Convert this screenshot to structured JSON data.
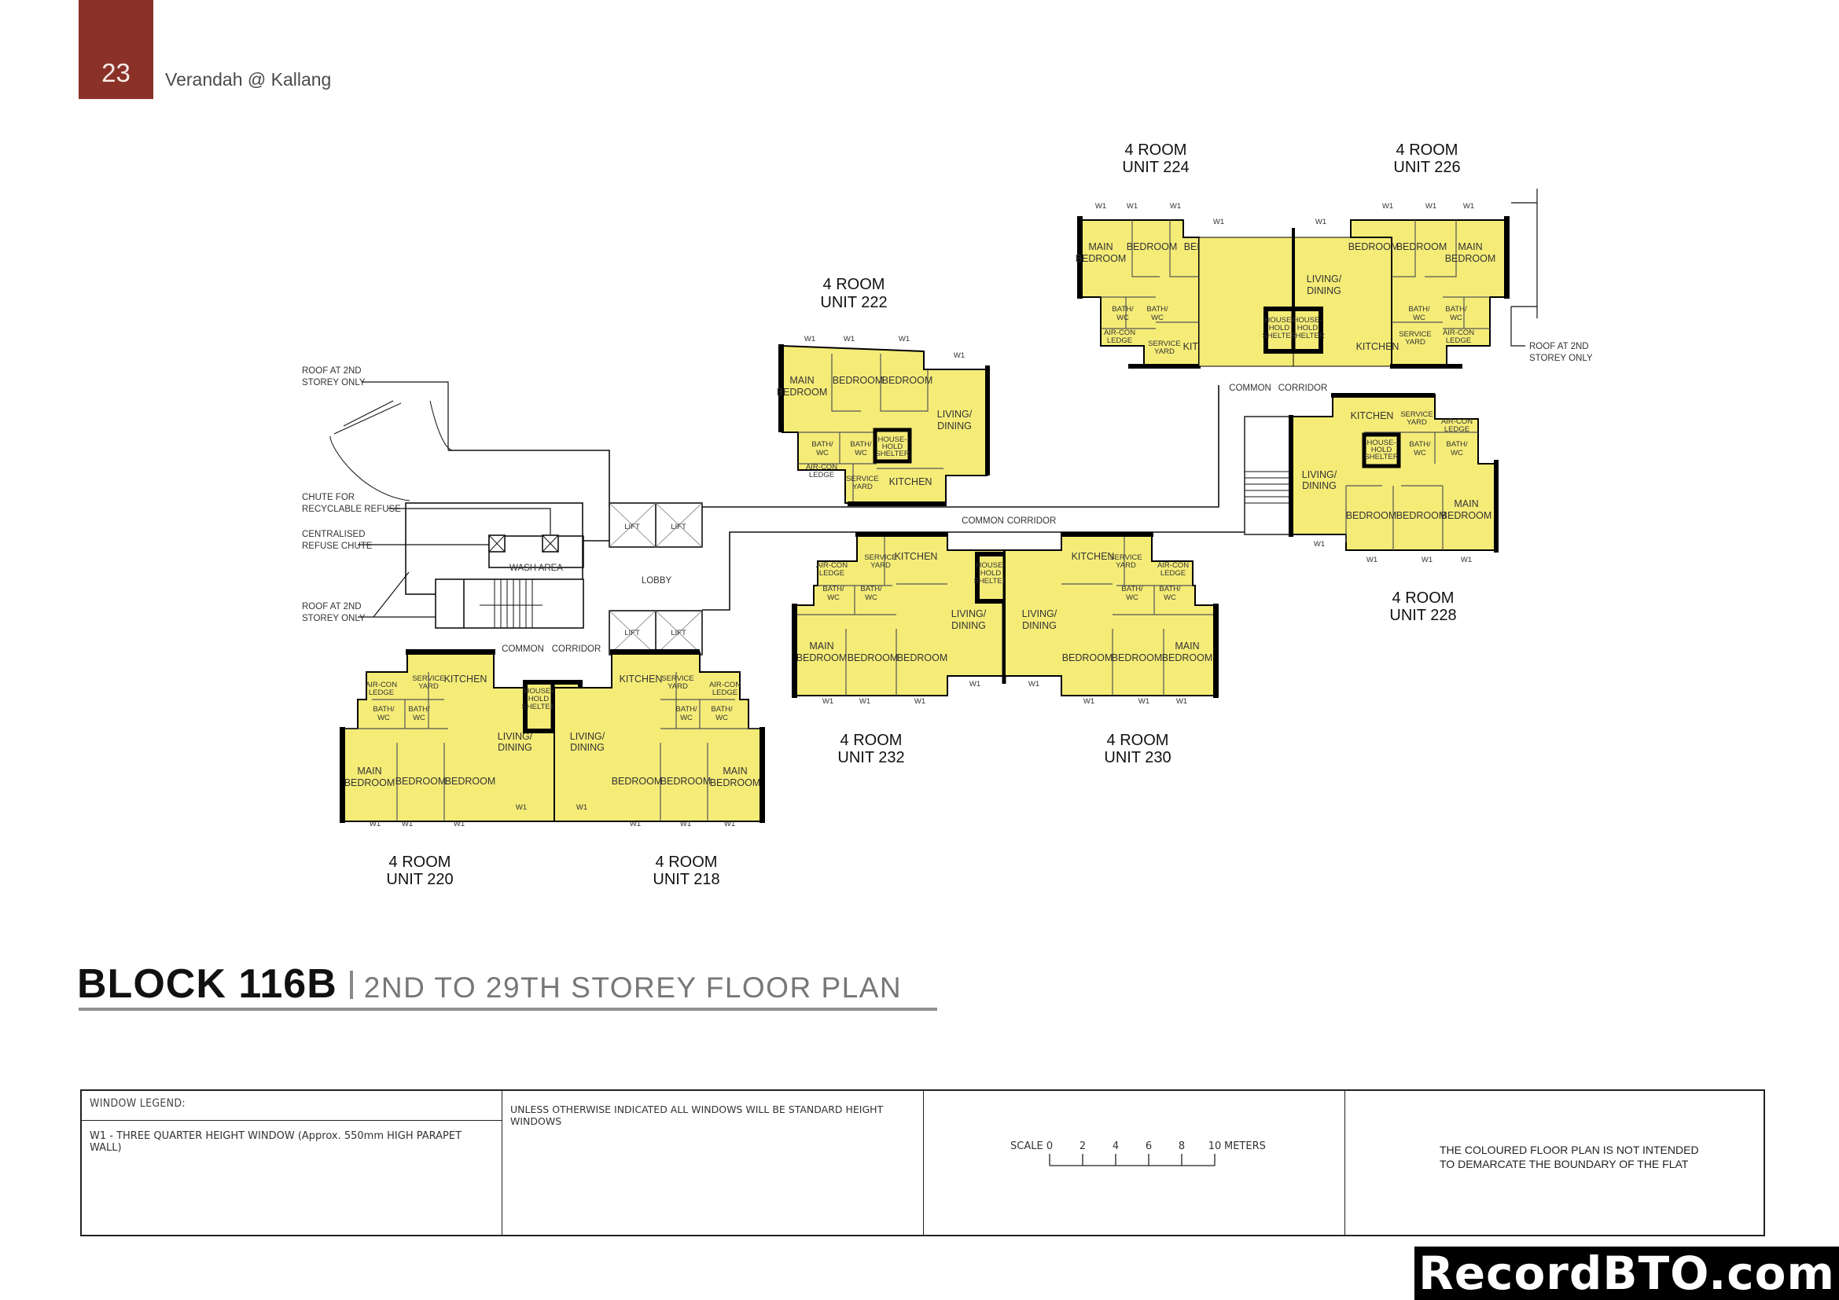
{
  "header": {
    "page_number": "23",
    "project_name": "Verandah @ Kallang",
    "accent_color": "#8a3228"
  },
  "title": {
    "block": "BLOCK 116B",
    "subtitle": "2ND TO 29TH STOREY FLOOR PLAN"
  },
  "floor_plan": {
    "unit_fill_color": "#f5ec78",
    "wall_color": "#000000",
    "units": [
      {
        "type": "4 ROOM",
        "unit": "UNIT 220"
      },
      {
        "type": "4 ROOM",
        "unit": "UNIT 218"
      },
      {
        "type": "4 ROOM",
        "unit": "UNIT 222"
      },
      {
        "type": "4 ROOM",
        "unit": "UNIT 224"
      },
      {
        "type": "4 ROOM",
        "unit": "UNIT 226"
      },
      {
        "type": "4 ROOM",
        "unit": "UNIT 228"
      },
      {
        "type": "4 ROOM",
        "unit": "UNIT 230"
      },
      {
        "type": "4 ROOM",
        "unit": "UNIT 232"
      }
    ],
    "room_labels": {
      "main_bedroom_1": "MAIN",
      "main_bedroom_2": "BEDROOM",
      "bedroom": "BEDROOM",
      "living_1": "LIVING/",
      "living_2": "DINING",
      "bath_1": "BATH/",
      "bath_2": "WC",
      "aircon_1": "AIR-CON",
      "aircon_2": "LEDGE",
      "service_1": "SERVICE",
      "service_2": "YARD",
      "kitchen": "KITCHEN",
      "shelter_1": "HOUSE-",
      "shelter_2": "HOLD",
      "shelter_3": "SHELTER",
      "window": "W1"
    },
    "common": {
      "common": "COMMON",
      "corridor": "CORRIDOR",
      "lobby": "LOBBY",
      "lift": "LIFT",
      "wash_area": "WASH AREA"
    },
    "annotations": {
      "roof_top_1": "ROOF AT 2ND",
      "roof_top_2": "STOREY ONLY",
      "chute_recycle_1": "CHUTE FOR",
      "chute_recycle_2": "RECYCLABLE REFUSE",
      "chute_central_1": "CENTRALISED",
      "chute_central_2": "REFUSE CHUTE",
      "roof_bottom_1": "ROOF AT 2ND",
      "roof_bottom_2": "STOREY ONLY",
      "roof_right_1": "ROOF AT 2ND",
      "roof_right_2": "STOREY ONLY"
    }
  },
  "legend": {
    "window_legend_title": "WINDOW LEGEND:",
    "window_legend_item": "W1 - THREE QUARTER HEIGHT WINDOW (Approx. 550mm HIGH PARAPET WALL)",
    "standard_note": "UNLESS OTHERWISE INDICATED ALL WINDOWS WILL BE STANDARD HEIGHT WINDOWS",
    "scale": {
      "label": "SCALE",
      "ticks": [
        "0",
        "2",
        "4",
        "6",
        "8",
        "10"
      ],
      "unit": "METERS"
    },
    "disclaimer_line1": "THE COLOURED FLOOR PLAN IS NOT INTENDED",
    "disclaimer_line2": "TO DEMARCATE THE BOUNDARY OF THE FLAT"
  },
  "watermark": {
    "text": "RecordBTO.com"
  }
}
